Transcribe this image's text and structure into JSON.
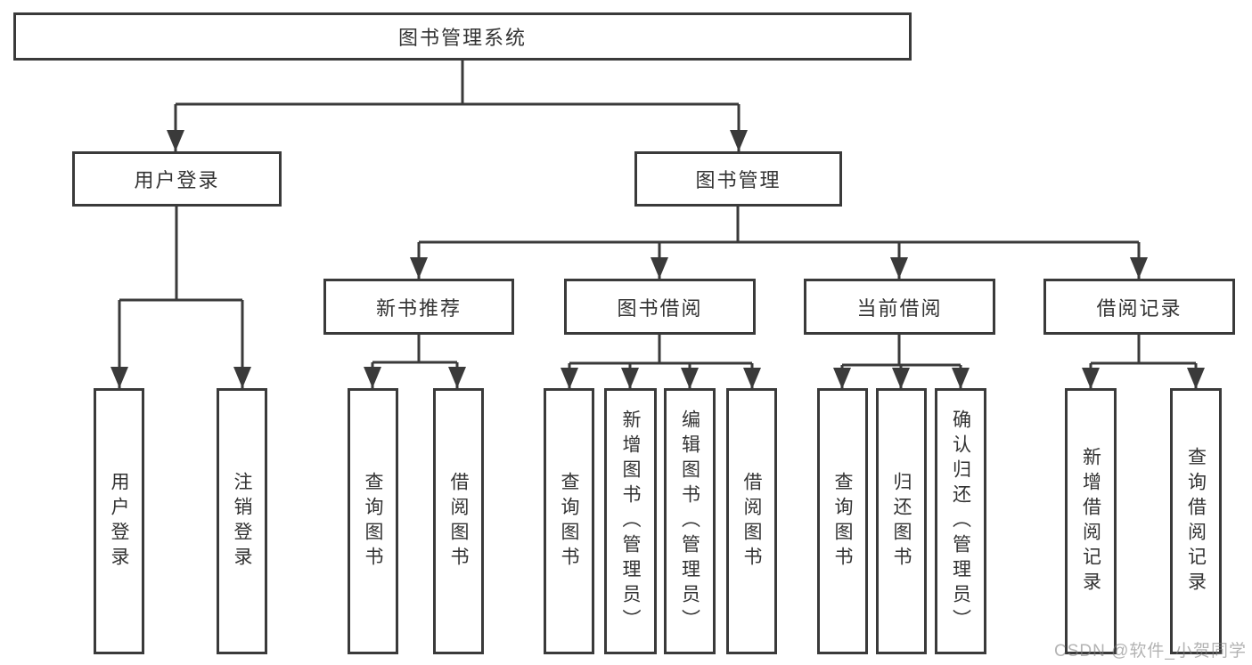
{
  "colors": {
    "line": "#3a3a3a",
    "box_border": "#3a3a3a",
    "text": "#333333",
    "background": "#ffffff",
    "watermark": "#a8a8a8"
  },
  "watermark": "CSDN @软件_小贺同学",
  "tree": {
    "root": "图书管理系统",
    "branches": [
      {
        "label": "用户登录",
        "leaves": [
          "用户登录",
          "注销登录"
        ]
      },
      {
        "label": "图书管理",
        "groups": [
          {
            "label": "新书推荐",
            "leaves": [
              "查询图书",
              "借阅图书"
            ]
          },
          {
            "label": "图书借阅",
            "leaves": [
              "查询图书",
              "新增图书（管理员）",
              "编辑图书（管理员）",
              "借阅图书"
            ]
          },
          {
            "label": "当前借阅",
            "leaves": [
              "查询图书",
              "归还图书",
              "确认归还（管理员）"
            ]
          },
          {
            "label": "借阅记录",
            "leaves": [
              "新增借阅记录",
              "查询借阅记录"
            ]
          }
        ]
      }
    ]
  }
}
